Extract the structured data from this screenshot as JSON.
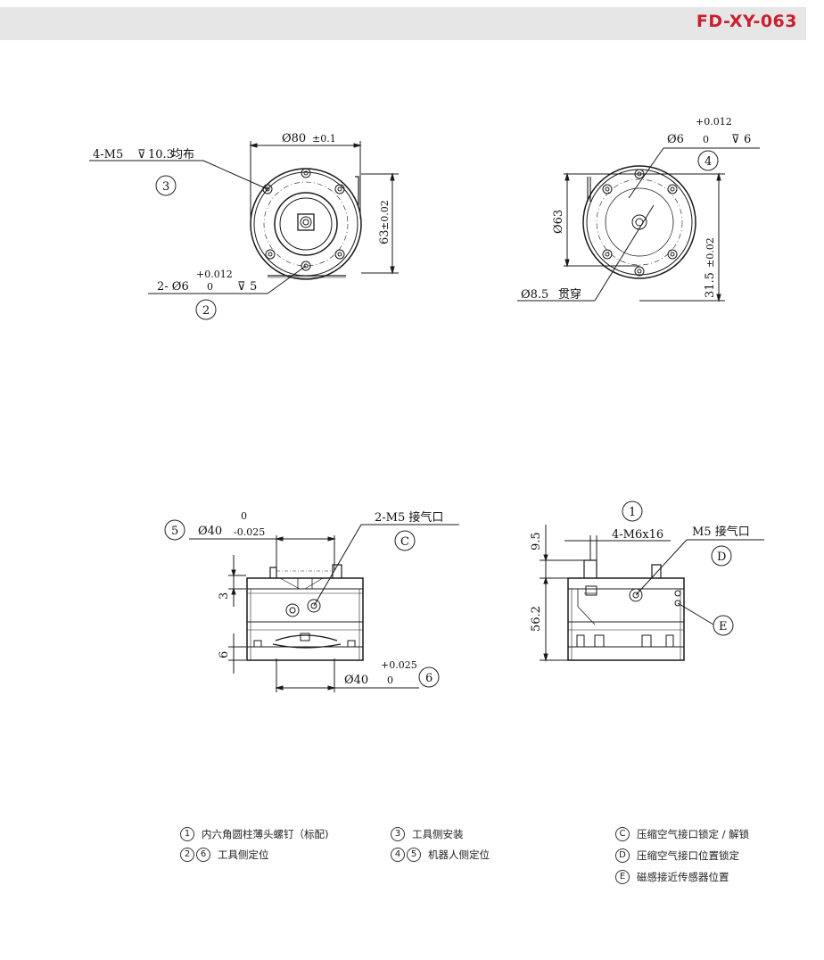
{
  "header": {
    "code": "FD-XY-063"
  },
  "drawing": {
    "top_left": {
      "dia_label": "Ø80",
      "dia_tol": "±0.1",
      "screw_label": "4-M5",
      "screw_depth": "10.3",
      "screw_note": "均布",
      "callout_3": "3",
      "height_label": "63",
      "height_tol": "±0.02",
      "pin_label": "2- Ø6",
      "pin_tol_up": "+0.012",
      "pin_tol_low": "0",
      "pin_depth": "5",
      "callout_2": "2"
    },
    "top_right": {
      "pin_label": "Ø6",
      "pin_tol_up": "+0.012",
      "pin_tol_low": "0",
      "pin_depth": "6",
      "callout_4": "4",
      "dia_label": "Ø63",
      "height_label": "31.5",
      "height_tol": "±0.02",
      "hole_label": "Ø8.5",
      "hole_note": "贯穿"
    },
    "bottom_left": {
      "callout_5": "5",
      "dia_top_label": "Ø40",
      "dia_top_tol_up": "0",
      "dia_top_tol_low": "-0.025",
      "port_label": "2-M5 接气口",
      "callout_c": "C",
      "dim_3": "3",
      "dim_6": "6",
      "dia_bot_label": "Ø40",
      "dia_bot_tol_up": "+0.025",
      "dia_bot_tol_low": "0",
      "callout_6": "6"
    },
    "bottom_right": {
      "callout_1": "1",
      "dim_95": "9.5",
      "screw_label": "4-M6x16",
      "port_label": "M5 接气口",
      "callout_d": "D",
      "height_label": "56.2",
      "callout_e": "E"
    }
  },
  "legend": {
    "items": [
      {
        "marks": [
          "1"
        ],
        "text": "内六角圆柱薄头螺钉（标配)"
      },
      {
        "marks": [
          "2",
          "6"
        ],
        "text": "工具侧定位"
      },
      {
        "marks": [
          "3"
        ],
        "text": "工具侧安装"
      },
      {
        "marks": [
          "4",
          "5"
        ],
        "text": "机器人侧定位"
      },
      {
        "marks": [
          "C"
        ],
        "text": "压缩空气接口锁定 / 解锁"
      },
      {
        "marks": [
          "D"
        ],
        "text": "压缩空气接口位置锁定"
      },
      {
        "marks": [
          "E"
        ],
        "text": "磁感接近传感器位置"
      }
    ]
  }
}
